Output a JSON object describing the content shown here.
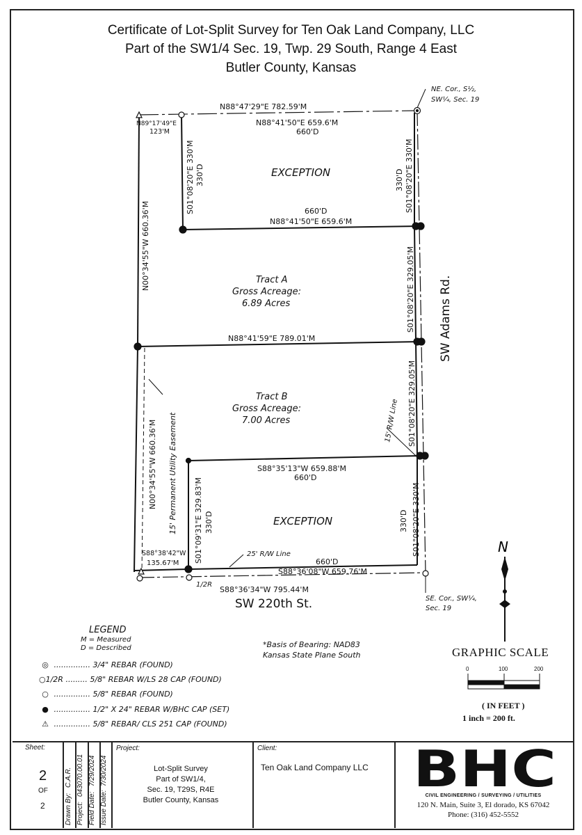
{
  "title": {
    "line1": "Certificate of Lot-Split Survey for Ten Oak Land Company, LLC",
    "line2": "Part of the SW1/4 Sec. 19, Twp. 29 South, Range 4 East",
    "line3": "Butler County, Kansas"
  },
  "plat": {
    "top_bearing": "N88°47'29\"E 782.59'M",
    "top_inner_bearing": "N88°41'50\"E 659.6'M",
    "top_inner_desc": "660'D",
    "nw_small_bearing": "N89°17'49\"E",
    "nw_small_dist": "123'M",
    "ne_corner": [
      "NE. Cor., S½,",
      "SW¼, Sec. 19"
    ],
    "exception_label": "EXCEPTION",
    "exc1_west_line": "S01°08'20\"E 330'M",
    "exc1_west_desc": "330'D",
    "exc1_east_desc": "330'D",
    "exc1_east_line": "S01°08'20\"E 330'M",
    "exc1_south_desc": "660'D",
    "exc1_south_line": "N88°41'50\"E 659.6'M",
    "west_line_upper": "N00°34'55\"W 660.36'M",
    "tract_a": [
      "Tract A",
      "Gross Acreage:",
      "6.89 Acres"
    ],
    "tract_a_east": "S01°08'20\"E 329.05'M",
    "road_east": "SW Adams Rd.",
    "mid_line": "N88°41'59\"E 789.01'M",
    "tract_b": [
      "Tract B",
      "Gross Acreage:",
      "7.00 Acres"
    ],
    "row_line_label": "15' R/W Line",
    "tract_b_east": "S01°08'20\"E 329.05'M",
    "west_line_lower": "N00°34'55\"W 660.36'M",
    "easement_label": "15' Permanent Utility Easement",
    "exc2_north_line": "S88°35'13\"W 659.88'M",
    "exc2_north_desc": "660'D",
    "exception2_label": "EXCEPTION",
    "exc2_west_line": "S01°09'31\"E 329.83'M",
    "exc2_west_desc": "330'D",
    "exc2_east_desc": "330'D",
    "exc2_east_line": "S01°08'20\"E 330'M",
    "sw_bearing": "S88°38'42\"W",
    "sw_dist": "135.67'M",
    "row25_label": "25' R/W Line",
    "exc2_south_desc": "660'D",
    "exc2_south_line": "S88°36'08\"W 659.76'M",
    "half_r": "1/2R",
    "bottom_line": "S88°36'34\"W 795.44'M",
    "road_south": "SW 220th St.",
    "se_corner": [
      "SE. Cor., SW¼,",
      "Sec. 19"
    ]
  },
  "legend": {
    "title": "LEGEND",
    "m": "M = Measured",
    "d": "D = Described",
    "items": [
      {
        "sym": "◎",
        "text": "............... 3/4\" REBAR (FOUND)"
      },
      {
        "sym": "○1/2R",
        "text": "......... 5/8\" REBAR W/LS 28 CAP (FOUND)"
      },
      {
        "sym": "○",
        "text": "............... 5/8\" REBAR (FOUND)"
      },
      {
        "sym": "●",
        "text": "............... 1/2\" X 24\" REBAR W/BHC CAP (SET)"
      },
      {
        "sym": "⚠",
        "text": "............... 5/8\" REBAR/ CLS 251 CAP (FOUND)"
      }
    ]
  },
  "basis": {
    "line1": "*Basis of Bearing: NAD83",
    "line2": "Kansas State Plane South"
  },
  "north_symbol": "N",
  "graphic_scale": {
    "title": "GRAPHIC SCALE",
    "ticks": [
      "0",
      "100",
      "200"
    ],
    "units": "( IN FEET )",
    "ratio": "1 inch = 200 ft."
  },
  "title_block": {
    "sheet_label": "Sheet:",
    "sheet_no": "2",
    "of": "OF",
    "sheet_total": "2",
    "drawn_by_label": "Drawn By:",
    "drawn_by": "C.A.R.",
    "project_label": "Project:",
    "project_no": "043070.00.01",
    "field_date_label": "Field Date:",
    "field_date": "7/29/2024",
    "issue_date_label": "Issue Date:",
    "issue_date": "7/30/2024",
    "project_hdr": "Project:",
    "project_desc": [
      "Lot-Split Survey",
      "Part of SW1/4,",
      "Sec. 19, T29S, R4E",
      "Butler County, Kansas"
    ],
    "client_hdr": "Client:",
    "client": "Ten Oak Land Company LLC",
    "logo": "BHC",
    "tagline": "CIVIL ENGINEERING / SURVEYING / UTILITIES",
    "address": "120 N. Main, Suite 3, El dorado, KS 67042",
    "phone": "Phone: (316) 452-5552"
  }
}
